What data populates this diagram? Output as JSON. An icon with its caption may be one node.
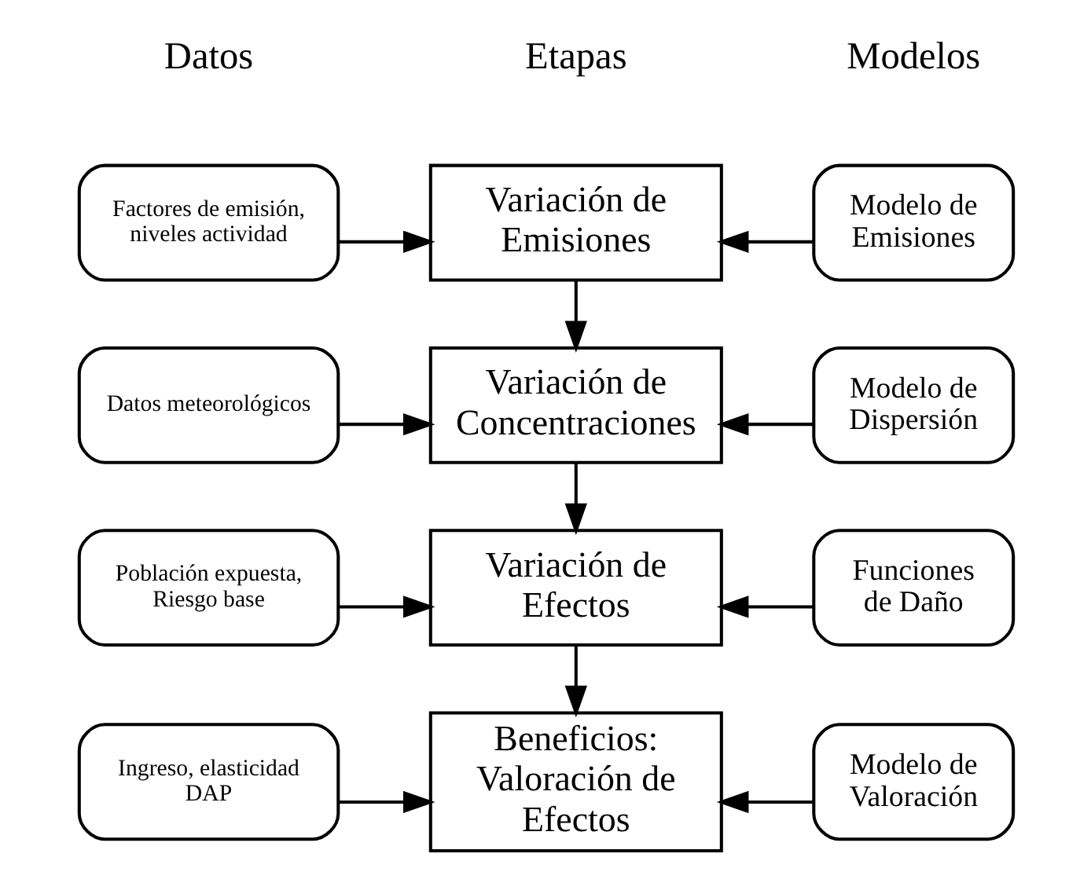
{
  "diagram": {
    "nodes": [
      {
        "text": [
          "Factores de emisión, niveles actividad"
        ]
      },
      {
        "text": [
          "Variación de Emisiones"
        ]
      },
      {
        "text": [
          "Modelo de Emisiones"
        ]
      },
      {
        "text": [
          "Datos meteorológicos"
        ]
      },
      {
        "text": [
          "Variación de Concentraciones"
        ]
      },
      {
        "text": [
          "Modelo de Dispersión"
        ]
      },
      {
        "text": [
          "Población expuesta, Riesgo base"
        ]
      },
      {
        "text": [
          "Variación de Efectos"
        ]
      },
      {
        "text": [
          "Funciones de Daño"
        ]
      },
      {
        "text": [
          "Ingreso, elasticidad DAP"
        ]
      },
      {
        "text": [
          "Beneficios: Valoración de Efectos"
        ]
      },
      {
        "text": [
          "Modelo de Valoración"
        ]
      }
    ],
    "edges": [
      {
        "from": 0,
        "to": 1,
        "arrow": "to"
      },
      {
        "from": 2,
        "to": 1,
        "arrow": "to"
      },
      {
        "from": 1,
        "to": 4,
        "arrow": "to"
      },
      {
        "from": 3,
        "to": 4,
        "arrow": "to"
      },
      {
        "from": 5,
        "to": 4,
        "arrow": "to"
      },
      {
        "from": 4,
        "to": 7,
        "arrow": "to"
      },
      {
        "from": 6,
        "to": 7,
        "arrow": "to"
      },
      {
        "from": 8,
        "to": 7,
        "arrow": "to"
      },
      {
        "from": 7,
        "to": 10,
        "arrow": "to"
      },
      {
        "from": 9,
        "to": 10,
        "arrow": "to"
      },
      {
        "from": 11,
        "to": 10,
        "arrow": "to"
      }
    ],
    "labels": [
      "Datos",
      "Etapas",
      "Modelos"
    ]
  }
}
